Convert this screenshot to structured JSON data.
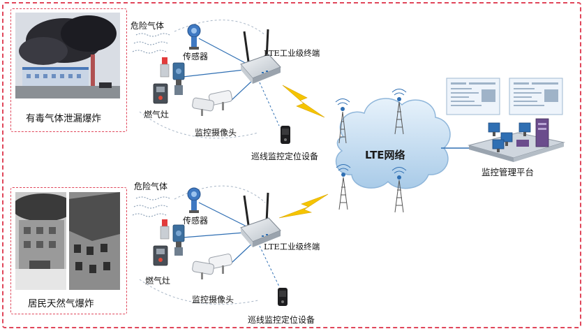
{
  "scenes": [
    {
      "caption": "有毒气体泄漏爆炸",
      "gas_label": "危险气体",
      "sensor_label": "传感器",
      "stove_label": "燃气灶",
      "camera_label": "监控摄像头",
      "terminal_label": "LTE工业级终端",
      "patrol_label": "巡线监控定位设备"
    },
    {
      "caption": "居民天然气爆炸",
      "gas_label": "危险气体",
      "sensor_label": "传感器",
      "stove_label": "燃气灶",
      "camera_label": "监控摄像头",
      "terminal_label": "LTE工业级终端",
      "patrol_label": "巡线监控定位设备"
    }
  ],
  "network_label": "LTE网络",
  "platform_label": "监控管理平台",
  "colors": {
    "border": "#e0465a",
    "cloud": "#bcd8ee",
    "link": "#2f6fb3",
    "bolt": "#f5c400"
  }
}
